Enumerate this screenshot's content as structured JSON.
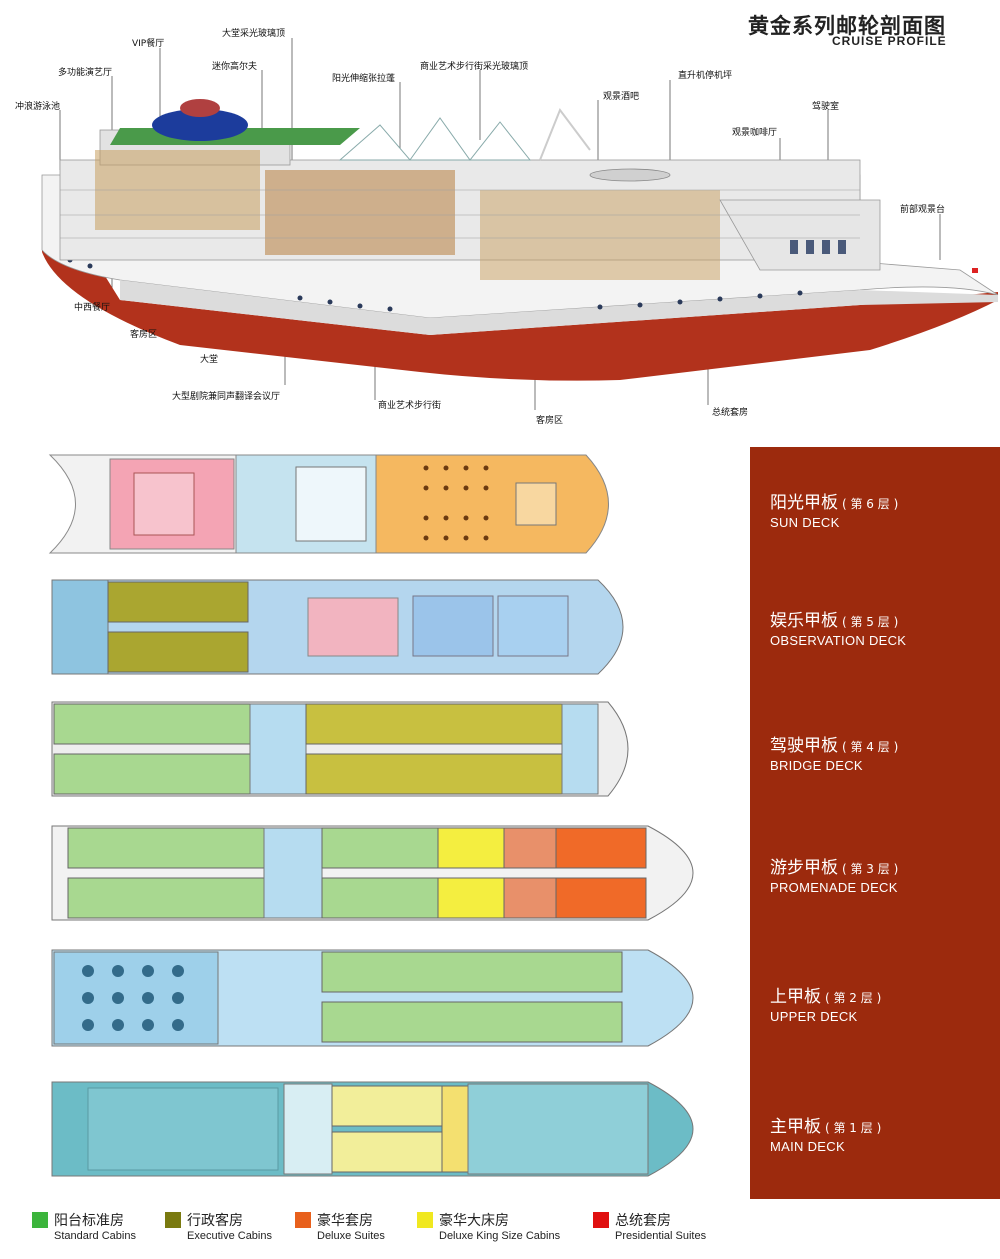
{
  "header": {
    "title_cn": "黄金系列邮轮剖面图",
    "title_en": "CRUISE PROFILE"
  },
  "callouts": {
    "lobby_glass_roof": "大堂采光玻璃顶",
    "vip_restaurant": "VIP餐厅",
    "mini_golf": "迷你高尔夫",
    "multi_theater": "多功能演艺厅",
    "sun_canopy": "阳光伸缩张拉蓬",
    "arts_street_roof": "商业艺术步行街采光玻璃顶",
    "helipad": "直升机停机坪",
    "view_bar": "观景酒吧",
    "surf_pool": "冲浪游泳池",
    "bridge": "驾驶室",
    "view_cafe": "观景咖啡厅",
    "front_deck": "前部观景台",
    "restaurant": "中西餐厅",
    "cabins_aft": "客房区",
    "lobby": "大堂",
    "theater": "大型剧院兼同声翻译会议厅",
    "arts_street": "商业艺术步行街",
    "cabins_fwd": "客房区",
    "pres_suite": "总统套房"
  },
  "decks": [
    {
      "cn": "阳光甲板",
      "level": "( 第 6 层 )",
      "en": "SUN DECK"
    },
    {
      "cn": "娱乐甲板",
      "level": "( 第 5 层 )",
      "en": "OBSERVATION DECK"
    },
    {
      "cn": "驾驶甲板",
      "level": "( 第 4 层 )",
      "en": "BRIDGE DECK"
    },
    {
      "cn": "游步甲板",
      "level": "( 第 3 层 )",
      "en": "PROMENADE DECK"
    },
    {
      "cn": "上甲板",
      "level": "( 第 2 层 )",
      "en": "UPPER DECK"
    },
    {
      "cn": "主甲板",
      "level": "( 第 1 层 )",
      "en": "MAIN DECK"
    }
  ],
  "legend": [
    {
      "cn": "阳台标准房",
      "en": "Standard Cabins",
      "color": "#3cb43c"
    },
    {
      "cn": "行政客房",
      "en": "Executive Cabins",
      "color": "#7a7a10"
    },
    {
      "cn": "豪华套房",
      "en": "Deluxe Suites",
      "color": "#e8601c"
    },
    {
      "cn": "豪华大床房",
      "en": "Deluxe King Size Cabins",
      "color": "#f0e820"
    },
    {
      "cn": "总统套房",
      "en": "Presidential Suites",
      "color": "#e01010"
    }
  ],
  "colors": {
    "panel": "#9c2a0d",
    "hull": "#b2321c",
    "water_blue": "#8ccbe8",
    "sun_orange": "#f5b860",
    "vip_pink": "#f0a0b0",
    "cabin_green": "#a8d890",
    "exec_olive": "#aaa630",
    "king_yellow": "#f4ee40",
    "deluxe_salmon": "#e8906a",
    "pres_orange": "#f06a28",
    "main_teal": "#6cbcc6"
  }
}
